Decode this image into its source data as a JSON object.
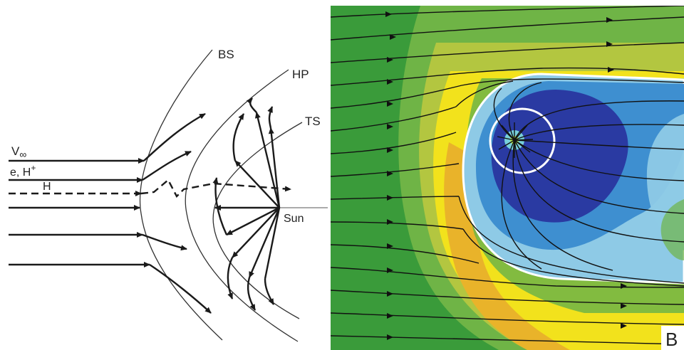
{
  "left_panel": {
    "labels": {
      "bow_shock": "BS",
      "heliopause": "HP",
      "termination_shock": "TS",
      "interstellar_velocity_v": "V",
      "interstellar_velocity_sub": "∞",
      "charged_particles": "e, H",
      "charged_particles_sup": "+",
      "hydrogen": "H",
      "sun": "Sun"
    }
  },
  "right_panel": {
    "panel_letter": "B",
    "colors": {
      "outer_green": "#3a9b3a",
      "light_green": "#6fb446",
      "yellow_green": "#b3c640",
      "yellow": "#f2e21c",
      "orange": "#e9b32a",
      "pale_blue": "#8ecae6",
      "mid_blue": "#3e8fd0",
      "navy": "#2a3aa2",
      "ring": "#ffffff"
    }
  }
}
